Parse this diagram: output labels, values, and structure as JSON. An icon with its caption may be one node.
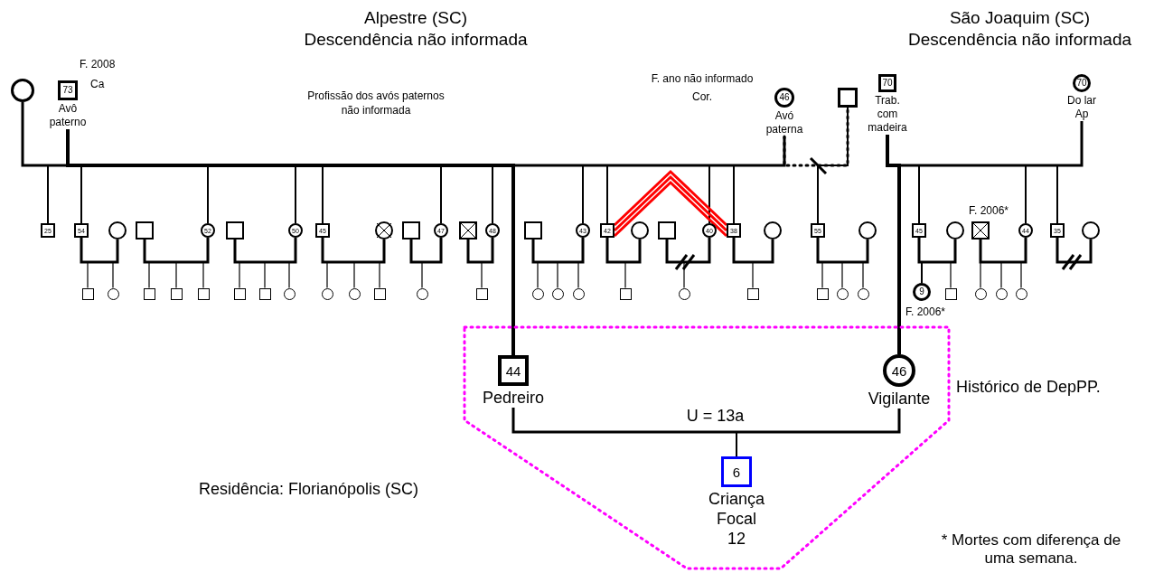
{
  "diagram": {
    "nodes": [
      {
        "text": [],
        "shape": "circle"
      },
      {
        "text": [
          "73"
        ],
        "beside": [
          "F. 2008",
          "Ca",
          "Avô paterno"
        ]
      },
      {
        "text": [
          "46"
        ],
        "beside": [
          "F. ano não informado",
          "Cor.",
          "Avó paterna"
        ]
      },
      {
        "text": [],
        "shape": "box"
      },
      {
        "text": [
          "70"
        ],
        "beside": [
          "Trab. com madeira"
        ]
      },
      {
        "text": [
          "70"
        ],
        "beside": [
          "Do lar Ap"
        ]
      },
      {
        "text": [
          "25"
        ]
      },
      {
        "text": [
          "54"
        ]
      },
      {
        "text": [],
        "shape": "circle"
      },
      {
        "text": [],
        "shape": "box"
      },
      {
        "text": [
          "52"
        ]
      },
      {
        "text": [],
        "shape": "box"
      },
      {
        "text": [
          "50"
        ]
      },
      {
        "text": [
          "45"
        ]
      },
      {
        "text": [],
        "shape": "circle"
      },
      {
        "text": [],
        "shape": "box"
      },
      {
        "text": [
          "47"
        ]
      },
      {
        "text": [],
        "shape": "box"
      },
      {
        "text": [
          "48"
        ]
      },
      {
        "text": [],
        "shape": "box"
      },
      {
        "text": [
          "43"
        ]
      },
      {
        "text": [
          "42"
        ]
      },
      {
        "text": [],
        "shape": "circle"
      },
      {
        "text": [],
        "shape": "box"
      },
      {
        "text": [
          "40"
        ]
      },
      {
        "text": [
          "38"
        ]
      },
      {
        "text": [],
        "shape": "circle"
      },
      {
        "text": [
          "55"
        ]
      },
      {
        "text": [],
        "shape": "circle"
      },
      {
        "text": [
          "45"
        ]
      },
      {
        "text": [],
        "shape": "circle"
      },
      {
        "text": [],
        "shape": "box",
        "beside": [
          "F. 2006*"
        ]
      },
      {
        "text": [
          "44"
        ]
      },
      {
        "text": [
          "35"
        ]
      },
      {
        "text": [],
        "shape": "circle"
      },
      {
        "text": [],
        "shape": "box"
      },
      {
        "text": [],
        "shape": "circle"
      },
      {
        "text": [],
        "shape": "box"
      },
      {
        "text": [],
        "shape": "box"
      },
      {
        "text": [],
        "shape": "box"
      },
      {
        "text": [],
        "shape": "box"
      },
      {
        "text": [],
        "shape": "box"
      },
      {
        "text": [],
        "shape": "circle"
      },
      {
        "text": [],
        "shape": "circle"
      },
      {
        "text": [],
        "shape": "circle"
      },
      {
        "text": [],
        "shape": "box"
      },
      {
        "text": [],
        "shape": "circle"
      },
      {
        "text": [],
        "shape": "box"
      },
      {
        "text": [],
        "shape": "circle"
      },
      {
        "text": [],
        "shape": "circle"
      },
      {
        "text": [],
        "shape": "circle"
      },
      {
        "text": [],
        "shape": "box"
      },
      {
        "text": [],
        "shape": "circle"
      },
      {
        "text": [],
        "shape": "box"
      },
      {
        "text": [],
        "shape": "box"
      },
      {
        "text": [],
        "shape": "circle"
      },
      {
        "text": [],
        "shape": "circle"
      },
      {
        "text": [
          "9"
        ],
        "beside": [
          "F. 2006*"
        ]
      },
      {
        "text": [],
        "shape": "box"
      },
      {
        "text": [],
        "shape": "circle"
      },
      {
        "text": [],
        "shape": "circle"
      },
      {
        "text": [],
        "shape": "circle"
      },
      {
        "text": [],
        "shape": "hexagon"
      },
      {
        "text": [
          "44"
        ],
        "in": 62,
        "beside": [
          "Pedreiro"
        ]
      },
      {
        "text": [
          "46"
        ],
        "in": 62,
        "beside": [
          "Vigilante"
        ]
      },
      {
        "text": [
          "6"
        ],
        "in": 62,
        "beside": [
          "Criança Focal 12"
        ]
      }
    ],
    "edges": [
      {
        "from": 0,
        "to": 1,
        "arrow": "none"
      },
      {
        "from": 1,
        "to": 2,
        "arrow": "none"
      },
      {
        "from": 2,
        "to": 3,
        "arrow": "none",
        "style": "dashed"
      },
      {
        "from": 4,
        "to": 5,
        "arrow": "none"
      },
      {
        "from": 1,
        "to": 6,
        "arrow": "none"
      },
      {
        "from": 1,
        "to": 7,
        "arrow": "none"
      },
      {
        "from": 1,
        "to": 10,
        "arrow": "none"
      },
      {
        "from": 1,
        "to": 12,
        "arrow": "none"
      },
      {
        "from": 1,
        "to": 13,
        "arrow": "none"
      },
      {
        "from": 1,
        "to": 16,
        "arrow": "none"
      },
      {
        "from": 1,
        "to": 18,
        "arrow": "none"
      },
      {
        "from": 1,
        "to": 63,
        "arrow": "none",
        "style": "thick"
      },
      {
        "from": 1,
        "to": 20,
        "arrow": "none"
      },
      {
        "from": 1,
        "to": 21,
        "arrow": "none"
      },
      {
        "from": 1,
        "to": 24,
        "arrow": "none"
      },
      {
        "from": 1,
        "to": 25,
        "arrow": "none"
      },
      {
        "from": 3,
        "to": 27,
        "arrow": "none"
      },
      {
        "from": 4,
        "to": 29,
        "arrow": "none"
      },
      {
        "from": 4,
        "to": 32,
        "arrow": "none"
      },
      {
        "from": 4,
        "to": 33,
        "arrow": "none"
      },
      {
        "from": 4,
        "to": 64,
        "arrow": "none",
        "style": "thick"
      },
      {
        "from": 7,
        "to": 8,
        "arrow": "none"
      },
      {
        "from": 9,
        "to": 10,
        "arrow": "none"
      },
      {
        "from": 11,
        "to": 12,
        "arrow": "none"
      },
      {
        "from": 13,
        "to": 14,
        "arrow": "none"
      },
      {
        "from": 15,
        "to": 16,
        "arrow": "none"
      },
      {
        "from": 17,
        "to": 18,
        "arrow": "none"
      },
      {
        "from": 19,
        "to": 20,
        "arrow": "none"
      },
      {
        "from": 21,
        "to": 22,
        "arrow": "none"
      },
      {
        "from": 23,
        "to": 24,
        "arrow": "none"
      },
      {
        "from": 25,
        "to": 26,
        "arrow": "none"
      },
      {
        "from": 27,
        "to": 28,
        "arrow": "none"
      },
      {
        "from": 29,
        "to": 30,
        "arrow": "none"
      },
      {
        "from": 31,
        "to": 32,
        "arrow": "none"
      },
      {
        "from": 33,
        "to": 34,
        "arrow": "none"
      },
      {
        "from": 7,
        "to": 35,
        "arrow": "none"
      },
      {
        "from": 7,
        "to": 36,
        "arrow": "none"
      },
      {
        "from": 9,
        "to": 37,
        "arrow": "none"
      },
      {
        "from": 9,
        "to": 38,
        "arrow": "none"
      },
      {
        "from": 9,
        "to": 39,
        "arrow": "none"
      },
      {
        "from": 11,
        "to": 40,
        "arrow": "none"
      },
      {
        "from": 11,
        "to": 41,
        "arrow": "none"
      },
      {
        "from": 11,
        "to": 42,
        "arrow": "none"
      },
      {
        "from": 13,
        "to": 43,
        "arrow": "none"
      },
      {
        "from": 13,
        "to": 44,
        "arrow": "none"
      },
      {
        "from": 13,
        "to": 45,
        "arrow": "none"
      },
      {
        "from": 15,
        "to": 46,
        "arrow": "none"
      },
      {
        "from": 17,
        "to": 47,
        "arrow": "none"
      },
      {
        "from": 19,
        "to": 48,
        "arrow": "none"
      },
      {
        "from": 19,
        "to": 49,
        "arrow": "none"
      },
      {
        "from": 19,
        "to": 50,
        "arrow": "none"
      },
      {
        "from": 21,
        "to": 51,
        "arrow": "none"
      },
      {
        "from": 23,
        "to": 52,
        "arrow": "none"
      },
      {
        "from": 25,
        "to": 53,
        "arrow": "none"
      },
      {
        "from": 27,
        "to": 54,
        "arrow": "none"
      },
      {
        "from": 27,
        "to": 55,
        "arrow": "none"
      },
      {
        "from": 27,
        "to": 56,
        "arrow": "none"
      },
      {
        "from": 29,
        "to": 57,
        "arrow": "none"
      },
      {
        "from": 29,
        "to": 58,
        "arrow": "none"
      },
      {
        "from": 31,
        "to": 59,
        "arrow": "none"
      },
      {
        "from": 31,
        "to": 60,
        "arrow": "none"
      },
      {
        "from": 31,
        "to": 61,
        "arrow": "none"
      },
      {
        "from": 21,
        "to": 25,
        "arrow": "none",
        "color": "#ff0000"
      },
      {
        "from": 63,
        "to": 64,
        "arrow": "none",
        "label": "U = 13a"
      },
      {
        "from": 63,
        "to": 65,
        "arrow": "none"
      }
    ],
    "labels": [
      "Alpestre (SC)",
      "Descendência não informada",
      "São Joaquim (SC)",
      "Descendência não informada",
      "Profissão dos avós paternos não informada",
      "Histórico de DepPP.",
      "Residência: Florianópolis (SC)",
      "* Mortes com diferença de uma semana."
    ]
  }
}
